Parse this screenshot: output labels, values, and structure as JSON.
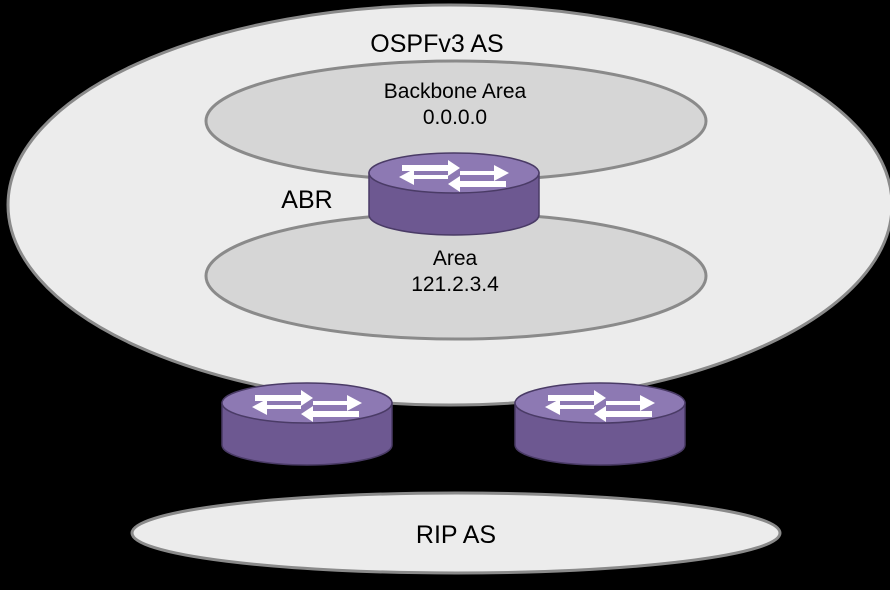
{
  "diagram": {
    "ospf_as_label": "OSPFv3 AS",
    "backbone": {
      "name": "Backbone Area",
      "id": "0.0.0.0"
    },
    "area": {
      "name": "Area",
      "id": "121.2.3.4"
    },
    "abr_label": "ABR",
    "rip_as_label": "RIP AS",
    "router_icon": "router-icon",
    "colors": {
      "background": "#000000",
      "ospf_as_fill": "#ececec",
      "area_fill": "#d6d6d6",
      "outline": "#8a8a8a",
      "router_body": "#6d5891",
      "router_top": "#8d79b3",
      "router_arrows": "#ffffff"
    }
  }
}
